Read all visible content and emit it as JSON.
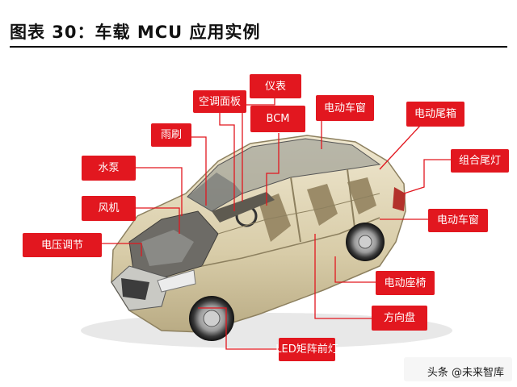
{
  "header": {
    "title": "图表 30：车载 MCU 应用实例"
  },
  "diagram": {
    "callouts": [
      {
        "id": "yibiao",
        "label": "仪表"
      },
      {
        "id": "kongtiao",
        "label": "空调面板"
      },
      {
        "id": "bcm",
        "label": "BCM"
      },
      {
        "id": "chechuang-top",
        "label": "电动车窗"
      },
      {
        "id": "weixiang",
        "label": "电动尾箱"
      },
      {
        "id": "yushua",
        "label": "雨刷"
      },
      {
        "id": "shuibeng",
        "label": "水泵"
      },
      {
        "id": "weideng",
        "label": "组合尾灯"
      },
      {
        "id": "fengji",
        "label": "风机"
      },
      {
        "id": "chechuang-right",
        "label": "电动车窗"
      },
      {
        "id": "dianya",
        "label": "电压调节"
      },
      {
        "id": "zuoyi",
        "label": "电动座椅"
      },
      {
        "id": "fangxiangpan",
        "label": "方向盘"
      },
      {
        "id": "led",
        "label": "LED矩阵前灯"
      }
    ]
  },
  "footer": {
    "watermark": "头条 @未来智库"
  },
  "colors": {
    "callout_bg": "#e2171f",
    "callout_text": "#ffffff",
    "leader_line": "#e2171f"
  }
}
